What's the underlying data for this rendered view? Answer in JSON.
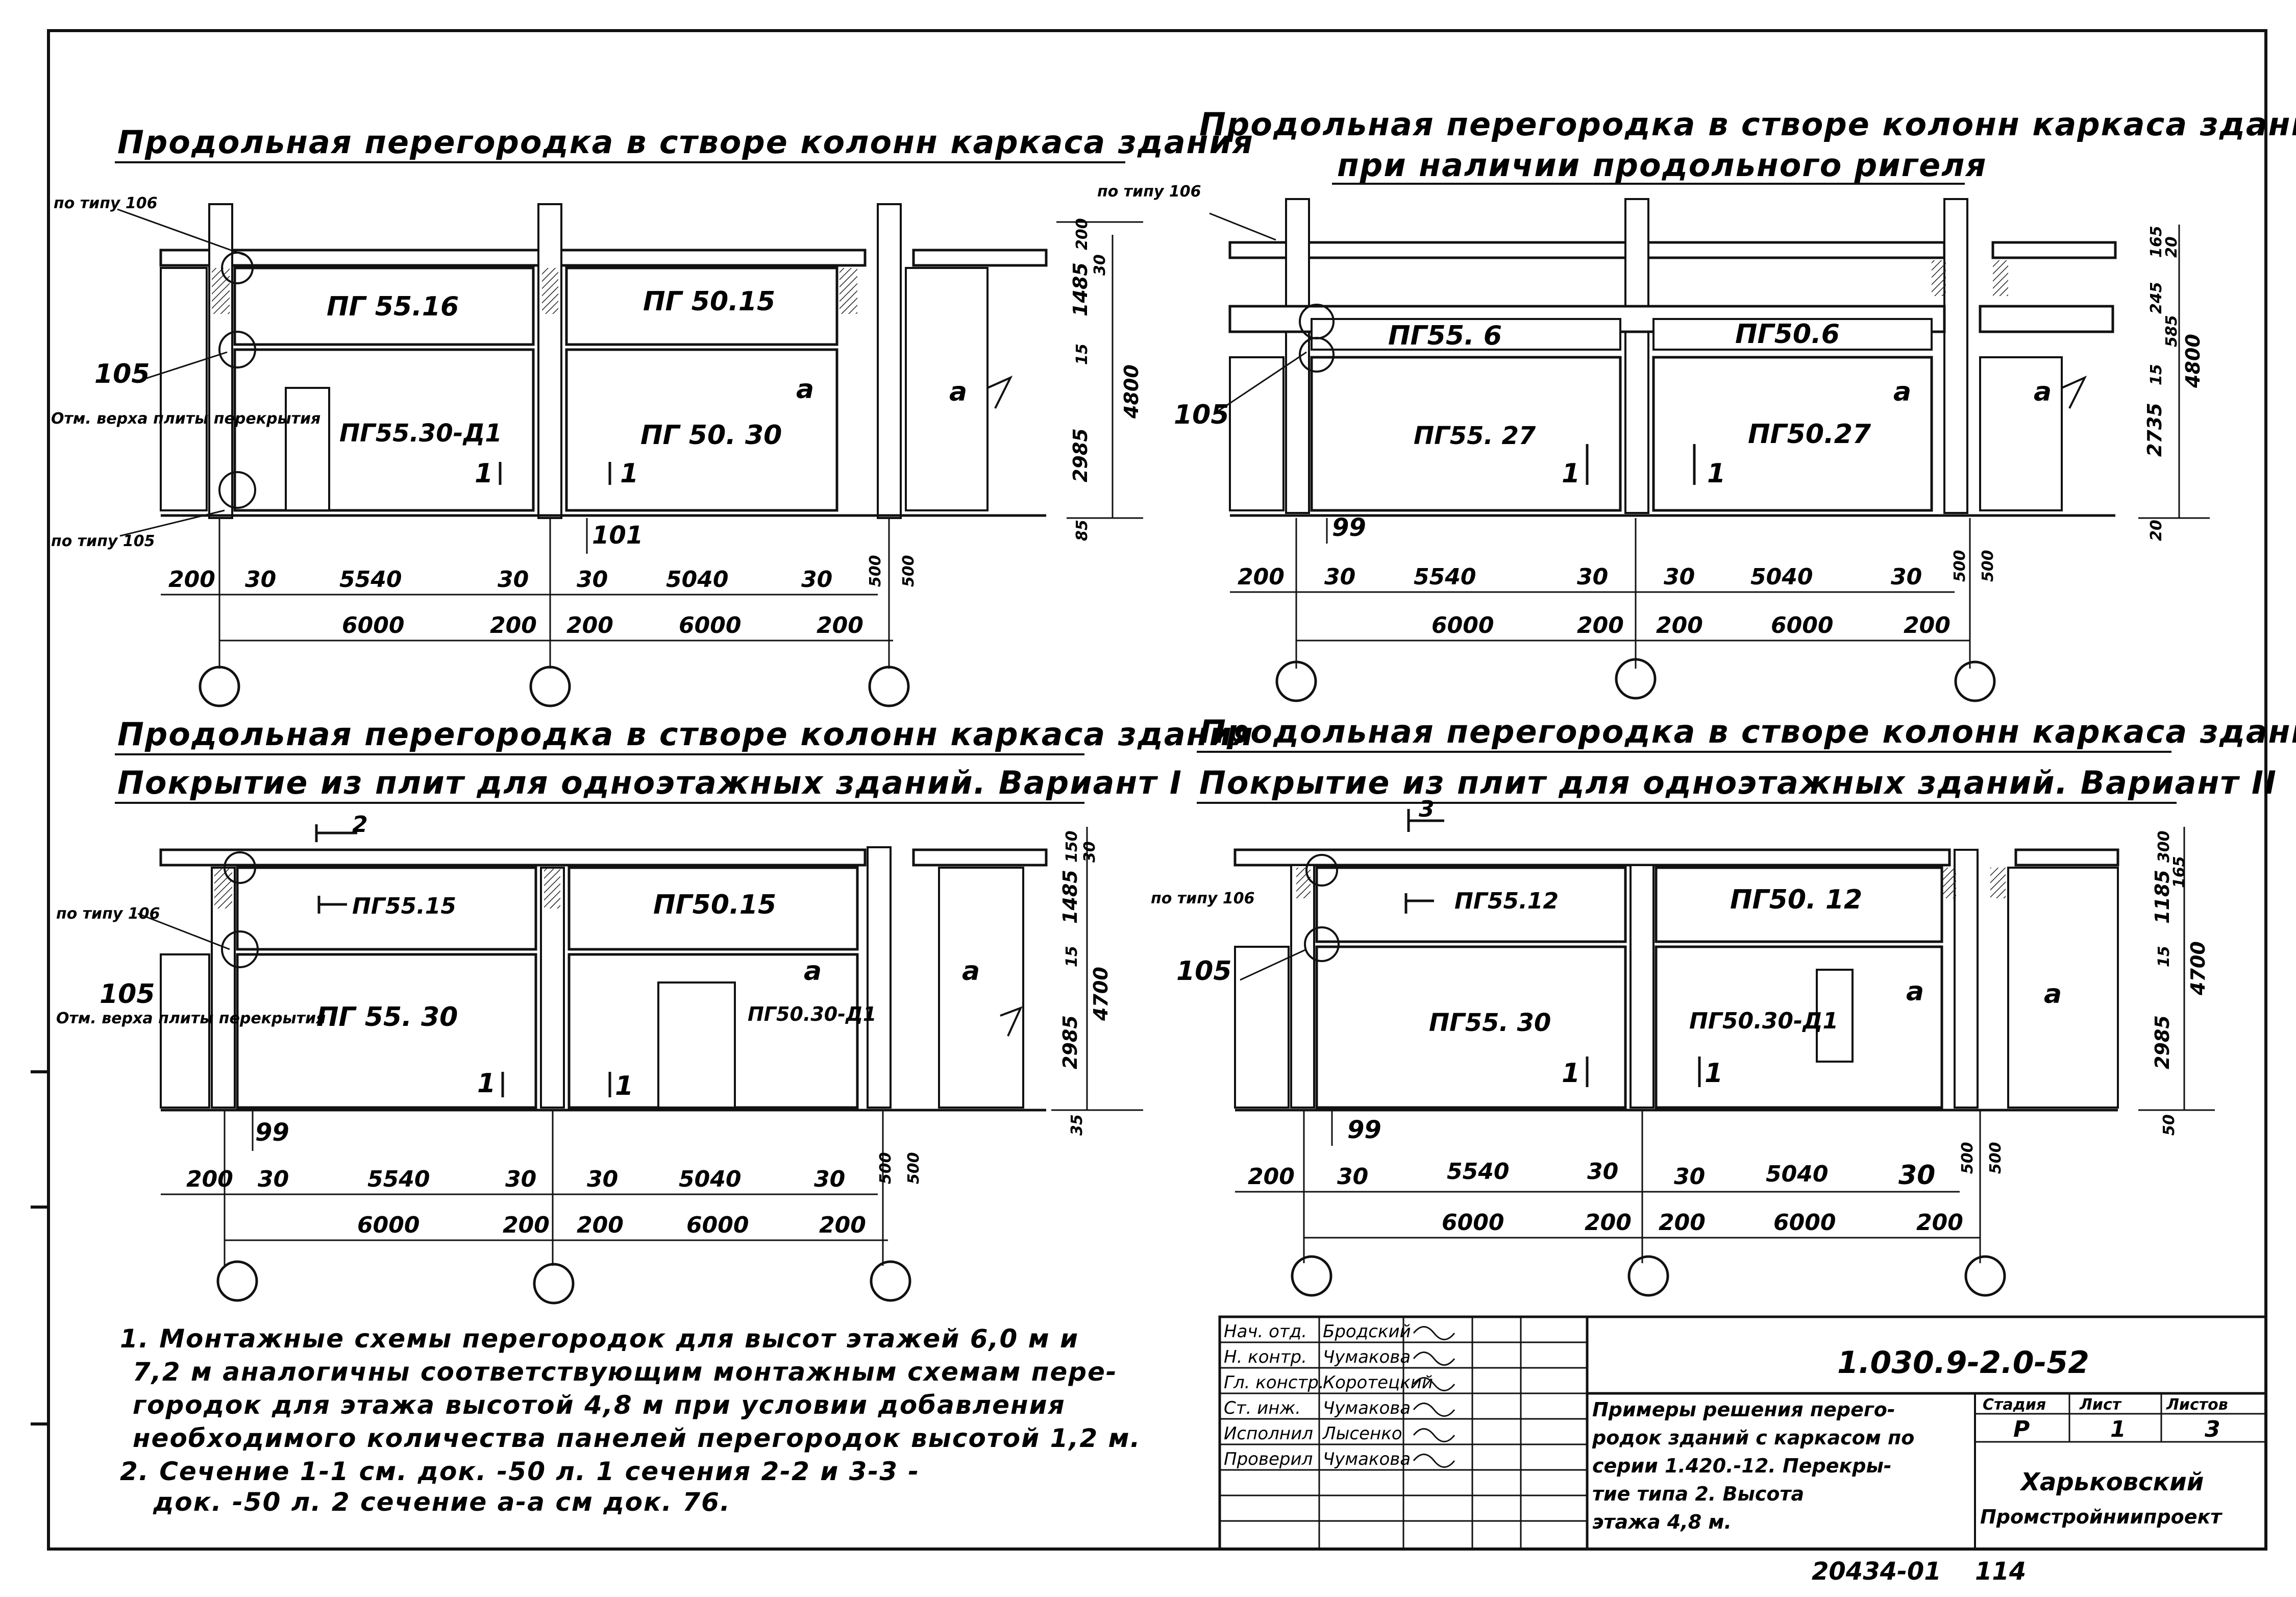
{
  "views": [
    {
      "title": [
        "Продольная перегородка в створе колонн каркаса здания"
      ],
      "slab_ref": "по типу 106",
      "node_ref": "105",
      "level_label": "Отм. верха плиты перекрытия",
      "bottom_ref": "по типу 105",
      "panel_top_left": "ПГ 55.16",
      "panel_top_right": "ПГ 50.15",
      "panel_bottom_left": "ПГ55.30-Д1",
      "panel_bottom_right": "ПГ 50. 30",
      "section_mark": "а",
      "section_1_1": "1",
      "ref_bottom": "101",
      "dims_right": [
        "200",
        "30",
        "1485",
        "15",
        "2985",
        "85"
      ],
      "dim_total": "4800",
      "dims_bottom_1": [
        "200",
        "30",
        "5540",
        "30",
        "30",
        "5040",
        "30",
        "500",
        "500"
      ],
      "dims_bottom_2": [
        "6000",
        "200",
        "200",
        "6000",
        "200"
      ]
    },
    {
      "title": [
        "Продольная перегородка в створе колонн каркаса здания",
        "при наличии продольного ригеля"
      ],
      "slab_ref": "по типу 106",
      "node_ref": "105",
      "level_label": "",
      "bottom_ref": "",
      "panel_top_left": "ПГ55. 6",
      "panel_top_right": "ПГ50.6",
      "panel_bottom_left": "ПГ55. 27",
      "panel_bottom_right": "ПГ50.27",
      "section_mark": "а",
      "section_1_1": "1",
      "ref_bottom": "99",
      "dims_right": [
        "165",
        "20",
        "245",
        "585",
        "2735",
        "15",
        "20"
      ],
      "dim_total": "4800",
      "dims_bottom_1": [
        "200",
        "30",
        "5540",
        "30",
        "30",
        "5040",
        "30",
        "500",
        "500"
      ],
      "dims_bottom_2": [
        "6000",
        "200",
        "200",
        "6000",
        "200"
      ]
    },
    {
      "title": [
        "Продольная перегородка в створе колонн каркаса здания",
        "Покрытие из плит для одноэтажных зданий. Вариант I"
      ],
      "slab_ref": "по типу 106",
      "node_ref": "105",
      "level_label": "Отм. верха плиты перекрытия",
      "bottom_ref": "",
      "section_2": "2",
      "panel_top_left": "ПГ55.15",
      "panel_top_right": "ПГ50.15",
      "panel_bottom_left": "ПГ 55. 30",
      "panel_bottom_right": "ПГ50.30-Д1",
      "section_mark": "а",
      "section_1_1": "1",
      "ref_bottom": "99",
      "dims_right": [
        "150",
        "30",
        "1485",
        "15",
        "2985",
        "35"
      ],
      "dim_total": "4700",
      "dims_bottom_1": [
        "200",
        "30",
        "5540",
        "30",
        "30",
        "5040",
        "30",
        "500",
        "500"
      ],
      "dims_bottom_2": [
        "6000",
        "200",
        "200",
        "6000",
        "200"
      ]
    },
    {
      "title": [
        "Продольная перегородка в створе колонн каркаса здания",
        "Покрытие из плит для одноэтажных зданий. Вариант II"
      ],
      "slab_ref": "по типу 106",
      "node_ref": "105",
      "level_label": "",
      "bottom_ref": "",
      "section_2": "3",
      "panel_top_left": "ПГ55.12",
      "panel_top_right": "ПГ50. 12",
      "panel_bottom_left": "ПГ55. 30",
      "panel_bottom_right": "ПГ50.30-Д1",
      "section_mark": "а",
      "section_1_1": "1",
      "ref_bottom": "99",
      "dims_right": [
        "300",
        "165",
        "1185",
        "15",
        "2985",
        "50"
      ],
      "dim_total": "4700",
      "dims_bottom_1": [
        "200",
        "30",
        "5540",
        "30",
        "30",
        "5040",
        "30",
        "500",
        "500"
      ],
      "dims_bottom_2": [
        "6000",
        "200",
        "200",
        "6000",
        "200"
      ]
    }
  ],
  "notes": [
    "1. Монтажные схемы перегородок для высот этажей 6,0 м и",
    "7,2 м аналогичны соответствующим монтажным схемам пере-",
    "городок для этажа высотой 4,8 м при условии добавления",
    "необходимого количества панелей перегородок высотой 1,2 м.",
    "2. Сечение 1-1 см. док. -50 л. 1 сечения 2-2 и 3-3 -",
    "док. -50 л. 2 сечение а-а см док. 76."
  ],
  "title_block": {
    "code": "1.030.9-2.0-52",
    "staff": [
      {
        "role": "Нач. отд.",
        "name": "Бродский"
      },
      {
        "role": "Н. контр.",
        "name": "Чумакова"
      },
      {
        "role": "Гл. констр.",
        "name": "Коротецкий"
      },
      {
        "role": "Ст. инж.",
        "name": "Чумакова"
      },
      {
        "role": "Исполнил",
        "name": "Лысенко"
      },
      {
        "role": "Проверил",
        "name": "Чумакова"
      }
    ],
    "description": [
      "Примеры решения перего-",
      "родок зданий с каркасом по",
      "серии 1.420.-12. Перекры-",
      "тие типа 2. Высота",
      "этажа 4,8 м."
    ],
    "stage_label": "Стадия",
    "sheet_label": "Лист",
    "sheets_label": "Листов",
    "stage": "Р",
    "sheet": "1",
    "sheets": "3",
    "org": [
      "Харьковский",
      "Промстройниипроект"
    ]
  },
  "footer": {
    "inv": "20434-01",
    "page": "114"
  }
}
